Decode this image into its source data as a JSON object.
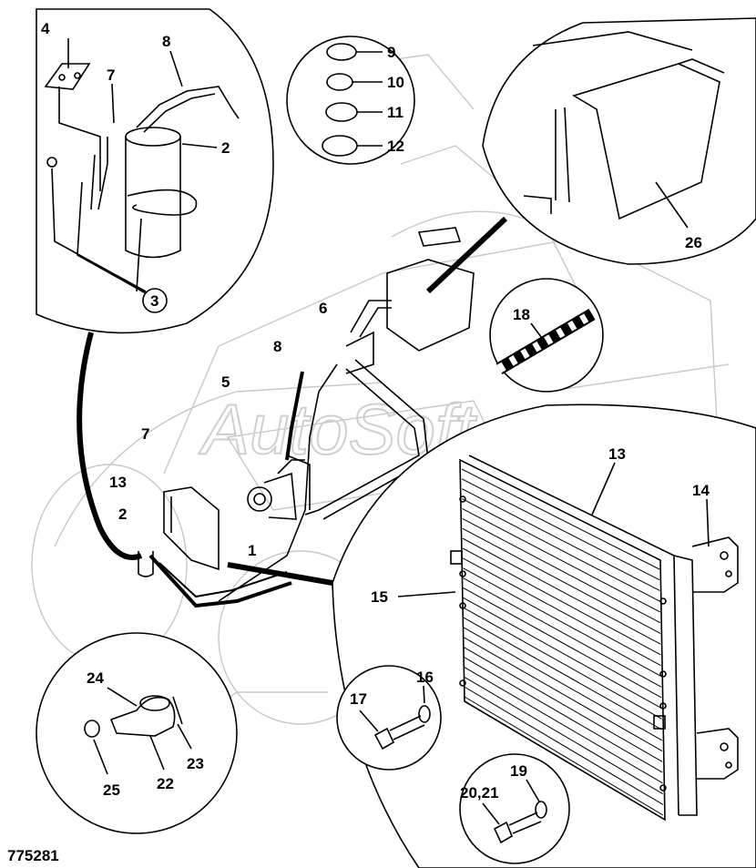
{
  "figure_number": "775281",
  "watermark": "AutoSoft",
  "callouts": {
    "c1": "1",
    "c2": "2",
    "c2b": "2",
    "c3": "3",
    "c4": "4",
    "c5": "5",
    "c6": "6",
    "c7": "7",
    "c7b": "7",
    "c8": "8",
    "c8b": "8",
    "c9": "9",
    "c10": "10",
    "c11": "11",
    "c12": "12",
    "c13": "13",
    "c13b": "13",
    "c14": "14",
    "c15": "15",
    "c16": "16",
    "c17": "17",
    "c18": "18",
    "c19": "19",
    "c20_21": "20,21",
    "c22": "22",
    "c23": "23",
    "c24": "24",
    "c25": "25",
    "c26": "26"
  }
}
